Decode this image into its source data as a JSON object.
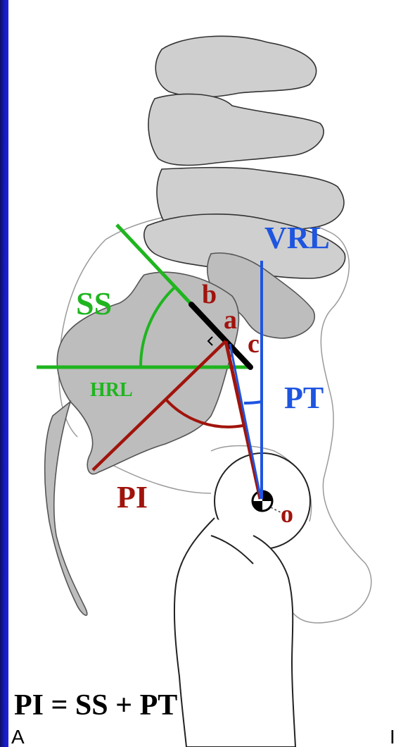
{
  "diagram": {
    "labels": {
      "ss": "SS",
      "hrl": "HRL",
      "vrl": "VRL",
      "pt": "PT",
      "pi": "PI",
      "a": "a",
      "b": "b",
      "c": "c",
      "o": "o"
    },
    "formula": "PI = SS + PT",
    "panel_letter": "A",
    "panel_letter_next": "I"
  },
  "colors": {
    "green": "#1fb51f",
    "blue": "#1e55e0",
    "darkred": "#a0140c",
    "bone": "#c8c8c8",
    "frame": "#1c22e6"
  }
}
